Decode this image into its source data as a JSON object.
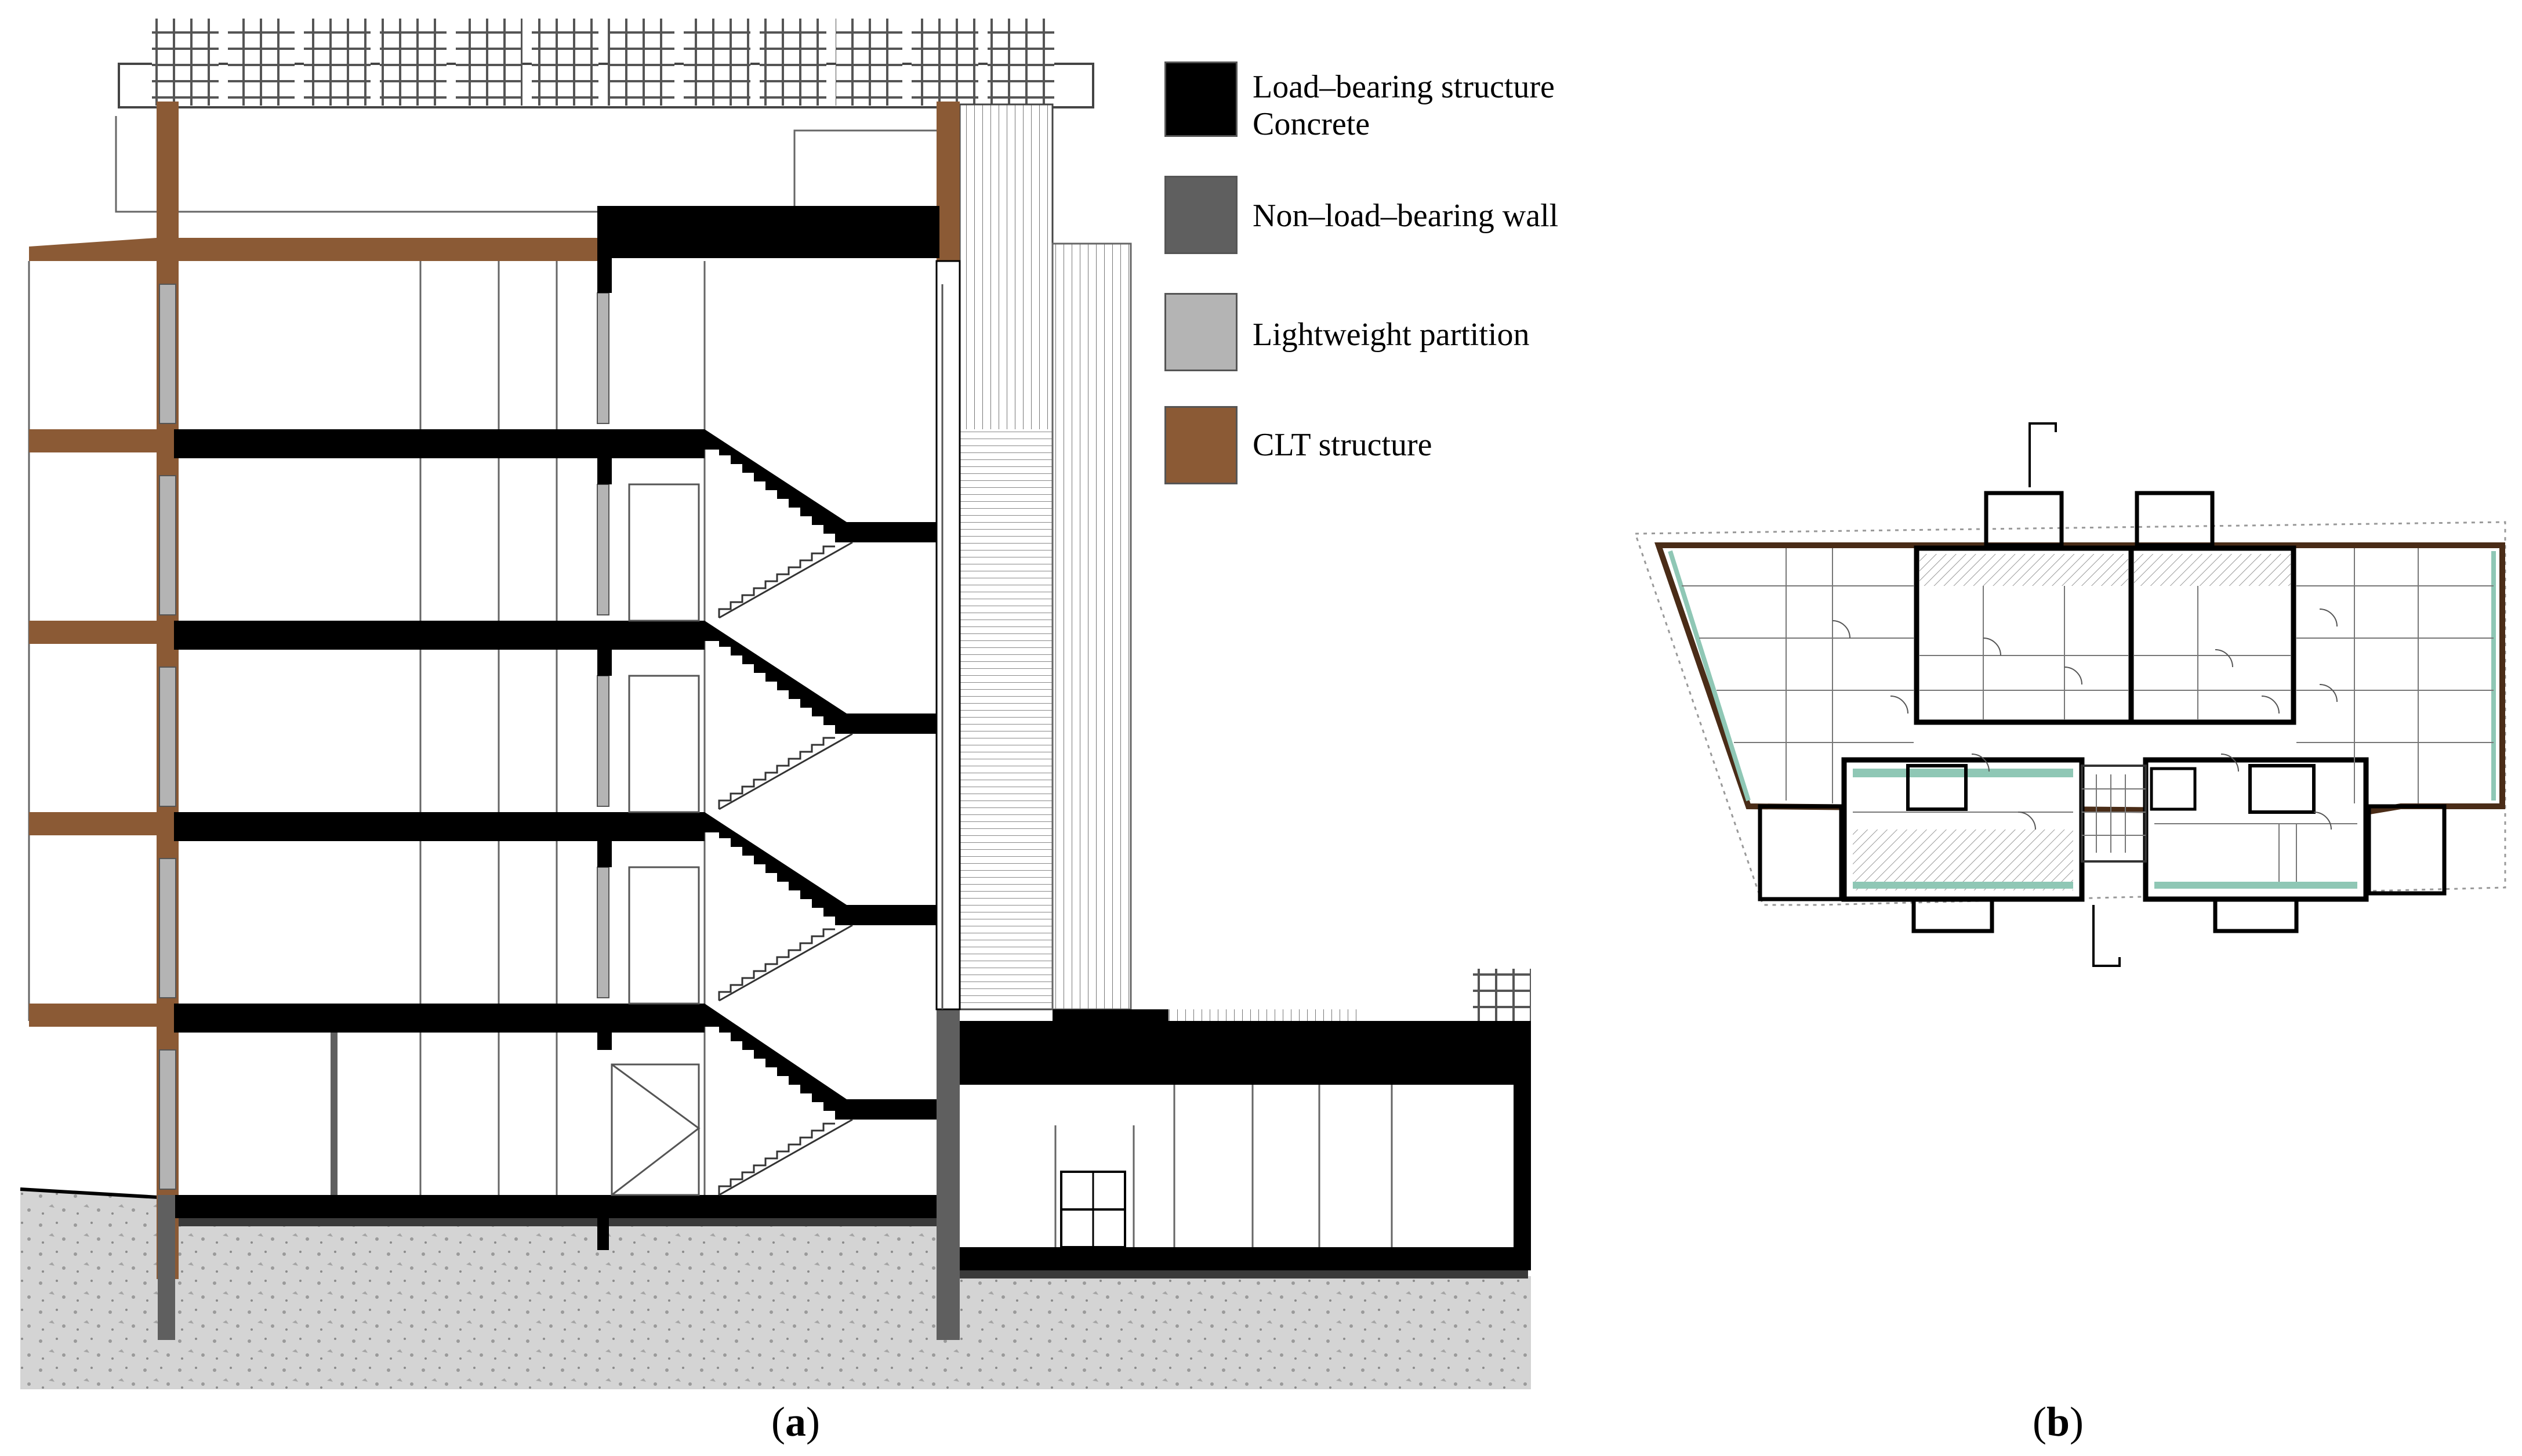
{
  "figure": {
    "panel_a": {
      "caption_open": "(",
      "caption_letter": "a",
      "caption_close": ")"
    },
    "panel_b": {
      "caption_open": "(",
      "caption_letter": "b",
      "caption_close": ")"
    }
  },
  "legend": {
    "items": [
      {
        "line1": "Load–bearing structure",
        "line2": "Concrete",
        "color": "#000000"
      },
      {
        "line1": "Non–load–bearing wall",
        "line2": "",
        "color": "#5f5f5f"
      },
      {
        "line1": "Lightweight partition",
        "line2": "",
        "color": "#b4b4b4"
      },
      {
        "line1": "CLT structure",
        "line2": "",
        "color": "#8b5a35"
      }
    ]
  },
  "colors": {
    "concrete": "#000000",
    "non_load_bearing": "#5f5f5f",
    "partition": "#b4b4b4",
    "clt": "#8b5a35",
    "ground": "#d4d4d4",
    "glass_hatch": "#8fc7b5",
    "line": "#333333"
  }
}
